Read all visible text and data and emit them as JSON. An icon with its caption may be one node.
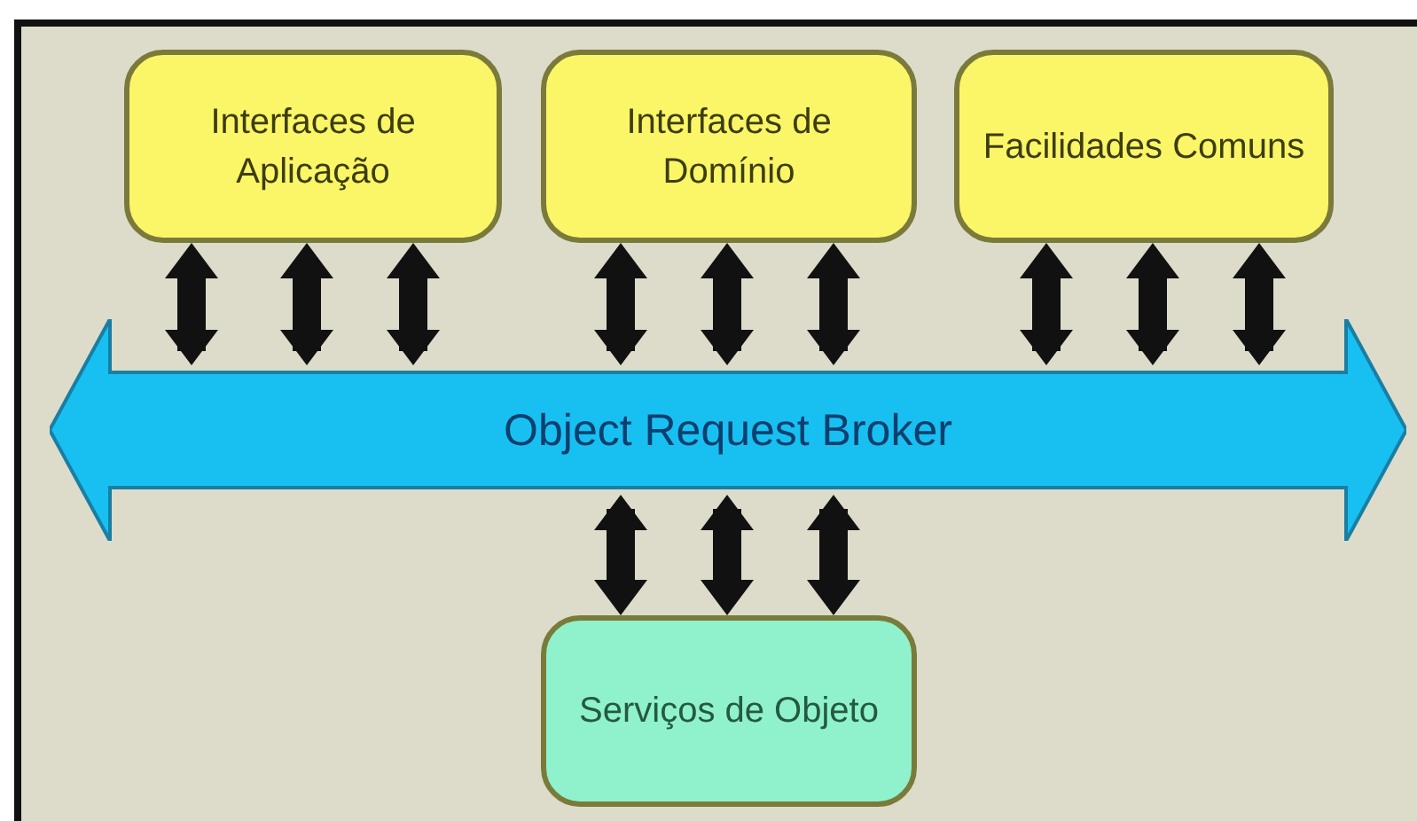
{
  "diagram": {
    "nodes": [
      {
        "text": [
          "Interfaces de Aplicação"
        ]
      },
      {
        "text": [
          "Interfaces de Domínio"
        ]
      },
      {
        "text": [
          "Facilidades Comuns"
        ]
      },
      {
        "text": [
          "Object Request Broker"
        ]
      },
      {
        "text": [
          "Serviços de Objeto"
        ]
      }
    ],
    "edges": [
      {
        "from": 0,
        "to": 3,
        "arrow": "both"
      },
      {
        "from": 0,
        "to": 3,
        "arrow": "both"
      },
      {
        "from": 0,
        "to": 3,
        "arrow": "both"
      },
      {
        "from": 1,
        "to": 3,
        "arrow": "both"
      },
      {
        "from": 1,
        "to": 3,
        "arrow": "both"
      },
      {
        "from": 1,
        "to": 3,
        "arrow": "both"
      },
      {
        "from": 2,
        "to": 3,
        "arrow": "both"
      },
      {
        "from": 2,
        "to": 3,
        "arrow": "both"
      },
      {
        "from": 2,
        "to": 3,
        "arrow": "both"
      },
      {
        "from": 4,
        "to": 3,
        "arrow": "both"
      },
      {
        "from": 4,
        "to": 3,
        "arrow": "both"
      },
      {
        "from": 4,
        "to": 3,
        "arrow": "both"
      }
    ]
  }
}
